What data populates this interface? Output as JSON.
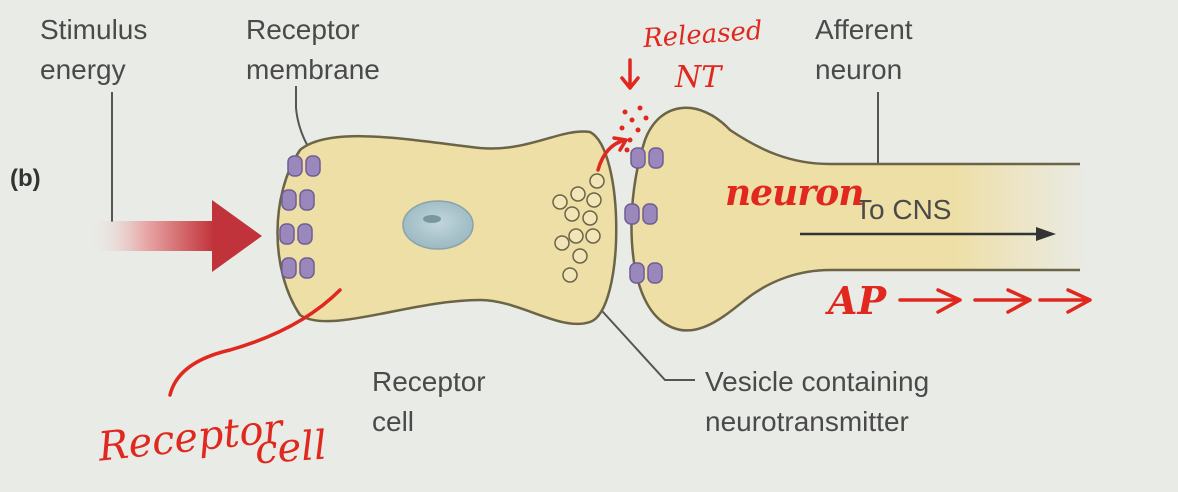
{
  "panel_label": "(b)",
  "labels": {
    "stimulus_energy": [
      "Stimulus",
      "energy"
    ],
    "receptor_membrane": [
      "Receptor",
      "membrane"
    ],
    "afferent_neuron": [
      "Afferent",
      "neuron"
    ],
    "to_cns": "To CNS",
    "receptor_cell": [
      "Receptor",
      "cell"
    ],
    "vesicle": [
      "Vesicle containing",
      "neurotransmitter"
    ]
  },
  "handwritten": {
    "released_nt": [
      "Released",
      "NT"
    ],
    "neuron": "neuron",
    "ap": "AP",
    "receptor_cell": [
      "Receptor",
      "cell"
    ]
  },
  "colors": {
    "cell_fill": "#eedfa6",
    "cell_stroke": "#6b6446",
    "nucleus": "#a9c4cc",
    "receptor_protein": "#9a88bd",
    "stimulus_arrow": "#c1333a",
    "annotation_red": "#e0281e",
    "text_gray": "#4a4a4a"
  }
}
